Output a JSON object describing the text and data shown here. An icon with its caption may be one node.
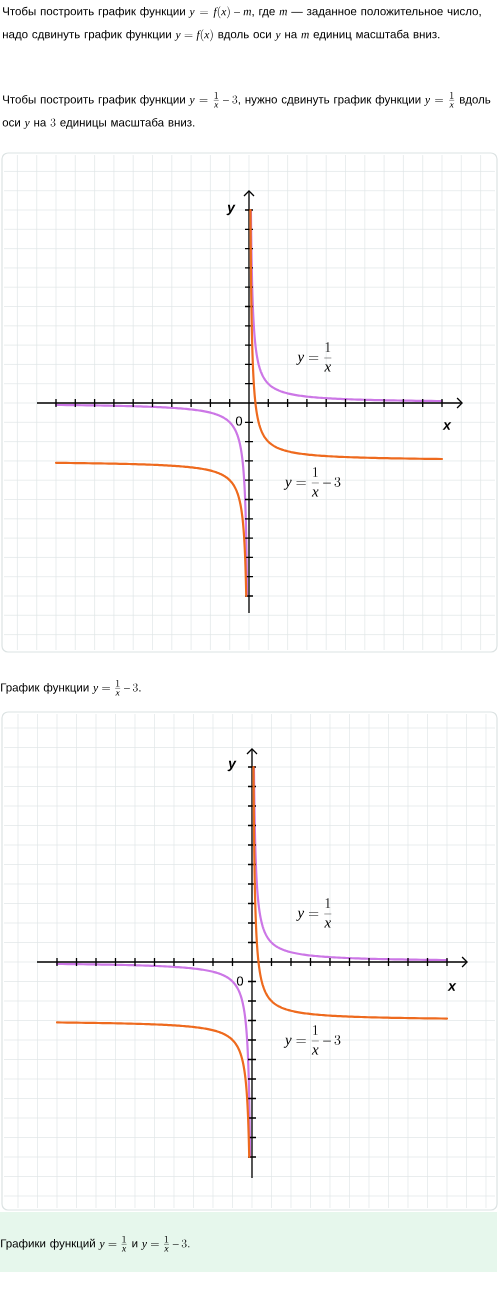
{
  "diagram": {
    "labels": [
      "Чтобы построить график функции",
      "y=f(x)-m",
      ", где",
      "m",
      "— заданное положительное число, надо сдвинуть график функции",
      "y=f(x)",
      "вдоль оси",
      "y",
      "на",
      "m",
      "единиц масштаба вниз.",
      "Чтобы построить график функции",
      "y=\\frac{1}{x}-3",
      ", нужно сдвинуть график функции",
      "y=\\frac{1}{x}",
      "вдоль оси",
      "y",
      "на",
      "3",
      "единицы масштаба вниз.",
      "y",
      "x",
      "0",
      "y=\\frac{1}{x}",
      "y=\\frac{1}{x}-3",
      "График функции",
      "y=\\frac{1}{x}-3",
      ".",
      "y",
      "x",
      "0",
      "y=\\frac{1}{x}",
      "y=\\frac{1}{x}-3",
      "Графики функций",
      "y=\\frac{1}{x}",
      "и",
      "y=\\frac{1}{x}-3",
      "."
    ]
  }
}
